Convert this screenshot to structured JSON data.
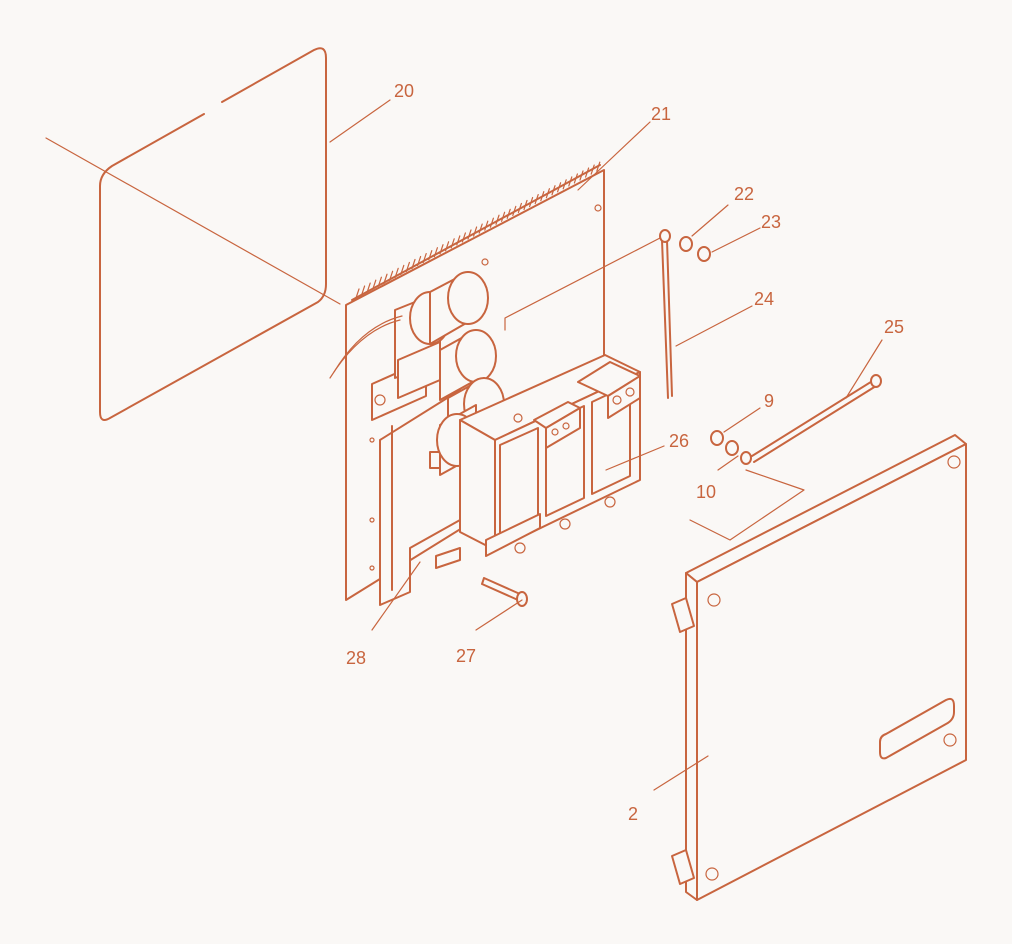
{
  "colors": {
    "line": "#c8653f",
    "background": "#faf8f6",
    "fill": "#faf8f6"
  },
  "callouts": [
    {
      "id": "c20",
      "label": "20"
    },
    {
      "id": "c21",
      "label": "21"
    },
    {
      "id": "c22",
      "label": "22"
    },
    {
      "id": "c23",
      "label": "23"
    },
    {
      "id": "c24",
      "label": "24"
    },
    {
      "id": "c25",
      "label": "25"
    },
    {
      "id": "c9",
      "label": "9"
    },
    {
      "id": "c10",
      "label": "10"
    },
    {
      "id": "c26",
      "label": "26"
    },
    {
      "id": "c28",
      "label": "28"
    },
    {
      "id": "c27",
      "label": "27"
    },
    {
      "id": "c2",
      "label": "2"
    }
  ]
}
